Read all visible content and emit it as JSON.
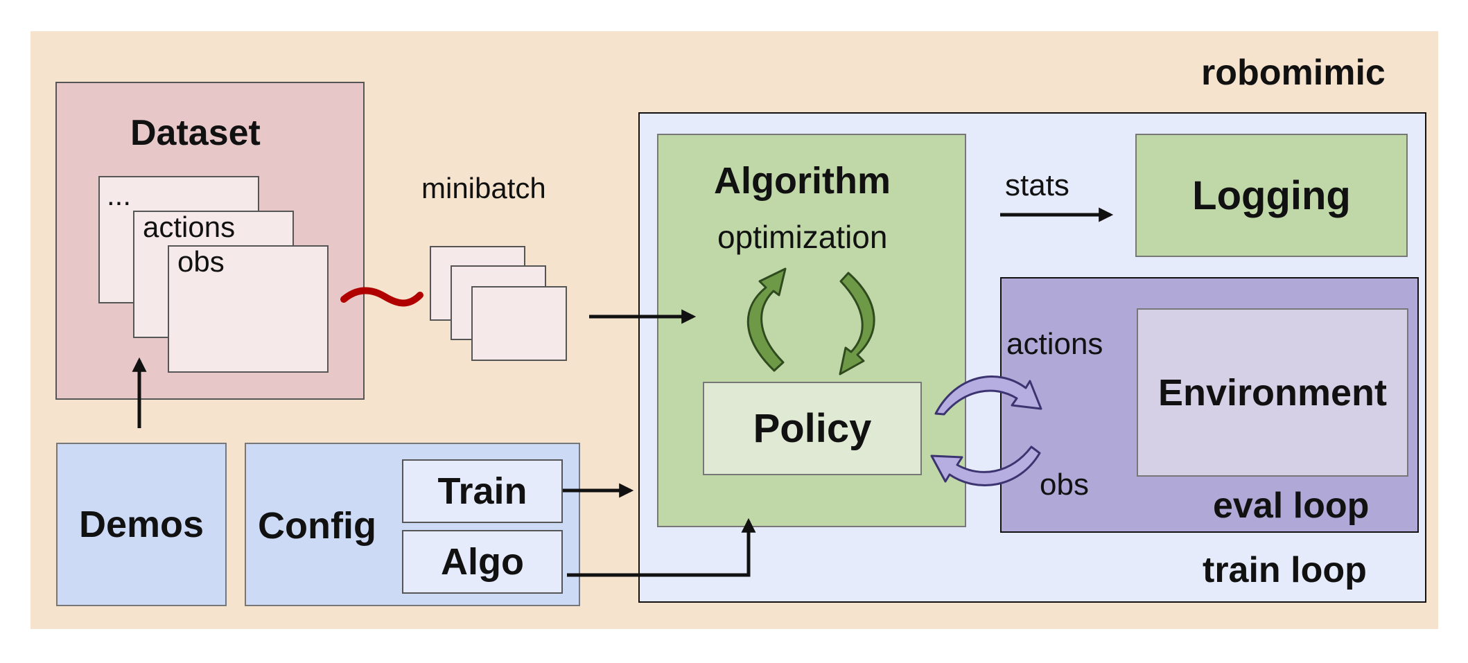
{
  "labels": {
    "robomimic": "robomimic",
    "dataset": "Dataset",
    "dataset_items": [
      "...",
      "actions",
      "obs"
    ],
    "minibatch": "minibatch",
    "algorithm": "Algorithm",
    "optimization": "optimization",
    "policy": "Policy",
    "stats": "stats",
    "logging": "Logging",
    "actions": "actions",
    "obs": "obs",
    "environment": "Environment",
    "eval_loop": "eval loop",
    "train_loop": "train loop",
    "demos": "Demos",
    "config": "Config",
    "train": "Train",
    "algo": "Algo"
  },
  "colors": {
    "robomimic_bg": "#f5e3cd",
    "train_loop_bg": "#e6ebfb",
    "dataset_bg": "#e8c7c9",
    "page_bg": "#f5e9ea",
    "green_box": "#c0d8a8",
    "policy_bg": "#dfe9d3",
    "eval_bg": "#b0a8d6",
    "environment_bg": "#d6d0e6",
    "blue_box": "#ccdaf6",
    "sample_tilde": "#b00000",
    "green_arrow": "#6e9a47",
    "purple_arrow": "#b6aee0"
  }
}
